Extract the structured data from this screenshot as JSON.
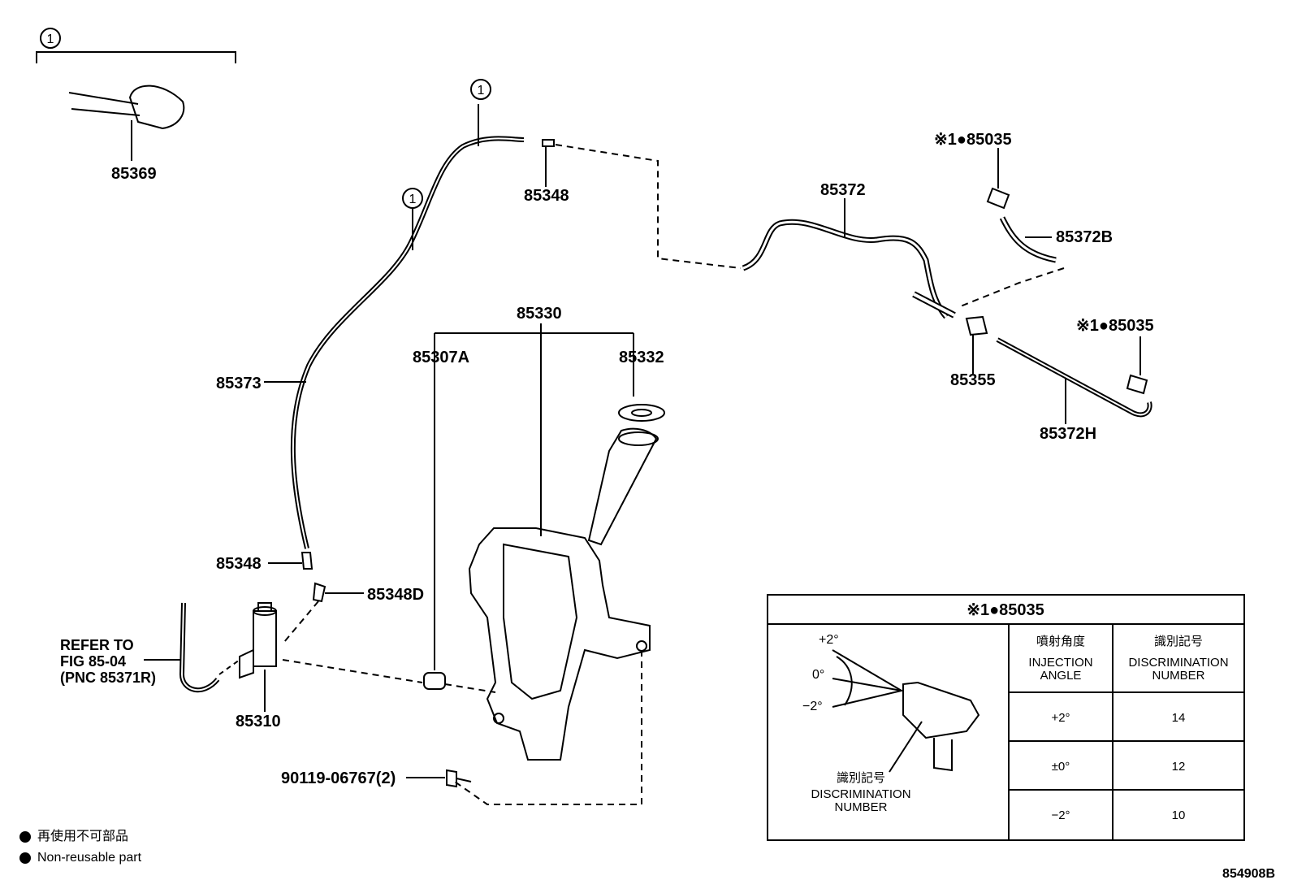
{
  "parts": {
    "p85369": "85369",
    "p85348_top": "85348",
    "p85372": "85372",
    "p85035_top": "※1●85035",
    "p85372B": "85372B",
    "p85355": "85355",
    "p85035_mid": "※1●85035",
    "p85372H": "85372H",
    "p85373": "85373",
    "p85330": "85330",
    "p85307A": "85307A",
    "p85332": "85332",
    "p85348_low": "85348",
    "p85348D": "85348D",
    "p85310": "85310",
    "p90119": "90119-06767(2)"
  },
  "callouts": {
    "circle_1": "1",
    "circle_2": "1",
    "circle_3": "1"
  },
  "refer": {
    "line1": "REFER TO",
    "line2": "FIG 85-04",
    "line3": "(PNC 85371R)"
  },
  "nozzle_table": {
    "title": "※1●85035",
    "angle_plus": "+2°",
    "angle_zero": "0°",
    "angle_minus": "−2°",
    "disc_jp": "識別記号",
    "disc_en1": "DISCRIMINATION",
    "disc_en2": "NUMBER",
    "col1_jp": "噴射角度",
    "col1_en1": "INJECTION",
    "col1_en2": "ANGLE",
    "col2_jp": "識別記号",
    "col2_en1": "DISCRIMINATION",
    "col2_en2": "NUMBER",
    "rows": [
      {
        "angle": "+2°",
        "number": "14"
      },
      {
        "angle": "±0°",
        "number": "12"
      },
      {
        "angle": "−2°",
        "number": "10"
      }
    ]
  },
  "legend": {
    "jp": "再使用不可部品",
    "en": "Non-reusable part"
  },
  "figure_id": "854908B"
}
